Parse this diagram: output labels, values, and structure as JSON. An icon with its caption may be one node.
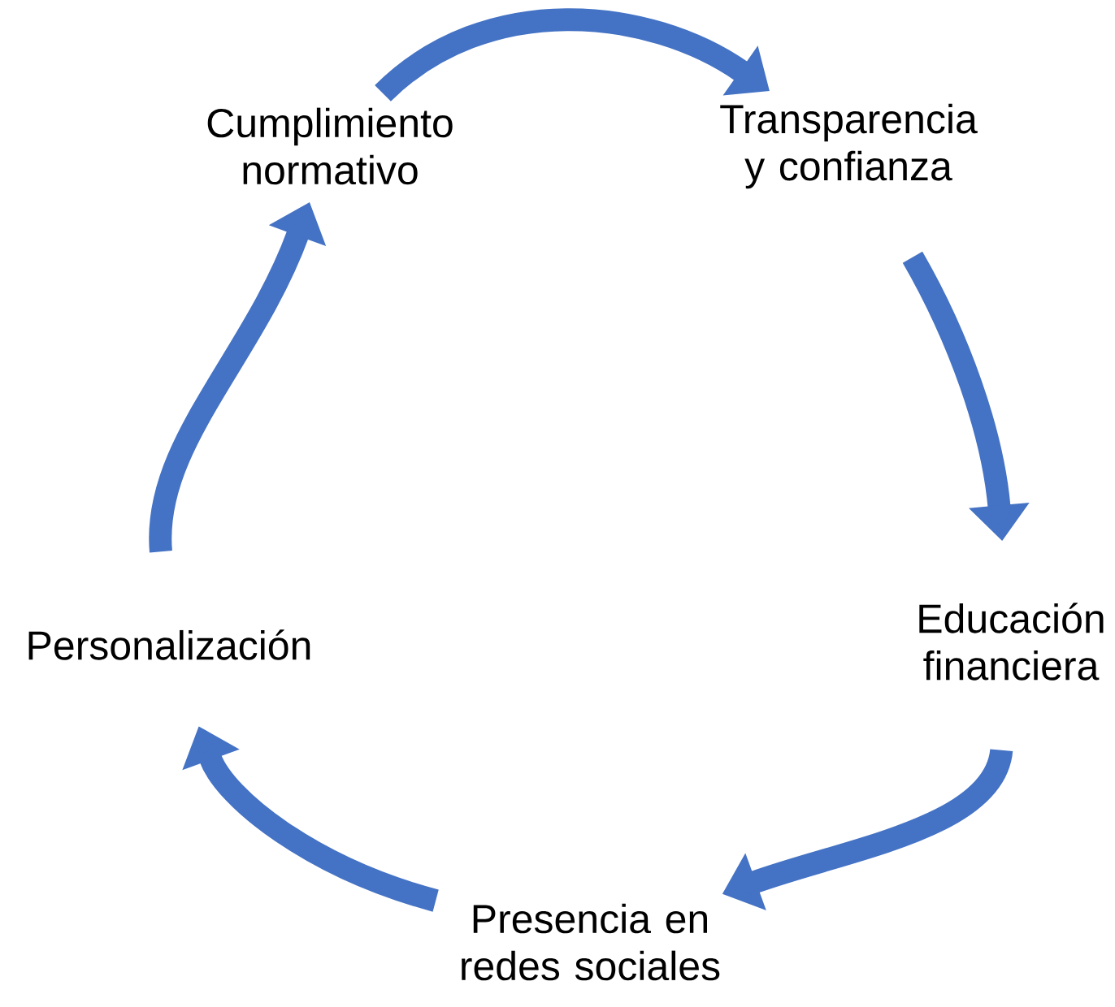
{
  "diagram": {
    "nodes": [
      {
        "text": [
          "Cumplimiento normativo"
        ]
      },
      {
        "text": [
          "Transparencia y confianza"
        ]
      },
      {
        "text": [
          "Educación financiera"
        ]
      },
      {
        "text": [
          "Presencia en redes sociales"
        ]
      },
      {
        "text": [
          "Personalización"
        ]
      }
    ],
    "edges": [
      {
        "from": 0,
        "to": 1,
        "arrow": "to"
      },
      {
        "from": 1,
        "to": 2,
        "arrow": "to"
      },
      {
        "from": 2,
        "to": 3,
        "arrow": "to"
      },
      {
        "from": 3,
        "to": 4,
        "arrow": "to"
      },
      {
        "from": 4,
        "to": 0,
        "arrow": "to"
      }
    ]
  }
}
